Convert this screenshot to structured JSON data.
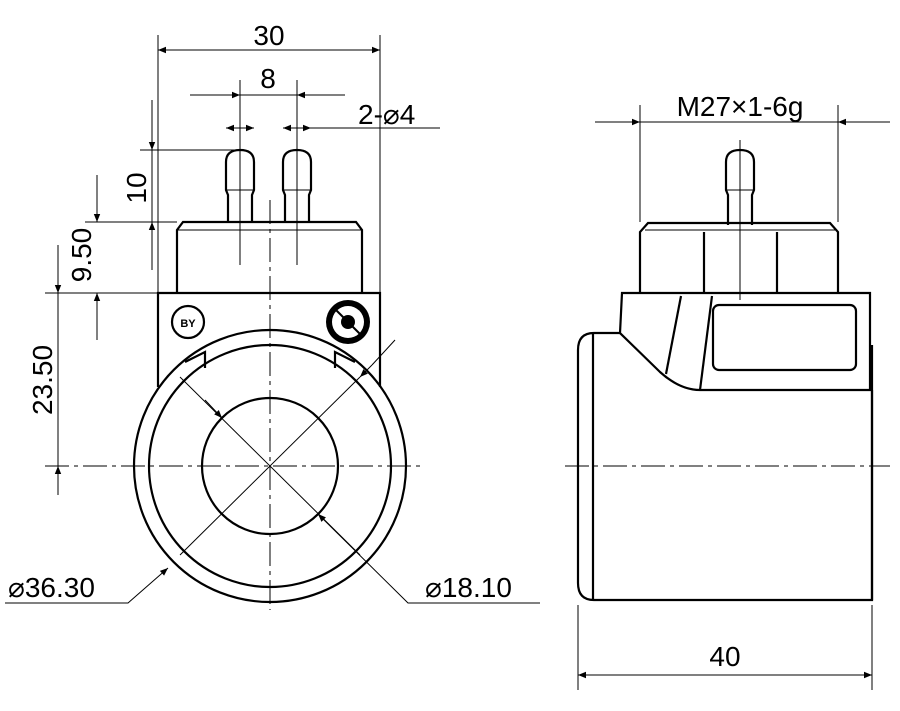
{
  "front_view": {
    "dimensions": {
      "width": "30",
      "pin_spacing": "8",
      "pin_diameter": "2-⌀4",
      "pin_height": "10",
      "nut_height": "9.50",
      "center_height": "23.50",
      "outer_diameter": "⌀36.30",
      "bore_diameter": "⌀18.10"
    },
    "logo_text": "BY"
  },
  "side_view": {
    "dimensions": {
      "thread": "M27×1-6g",
      "length": "40"
    }
  }
}
